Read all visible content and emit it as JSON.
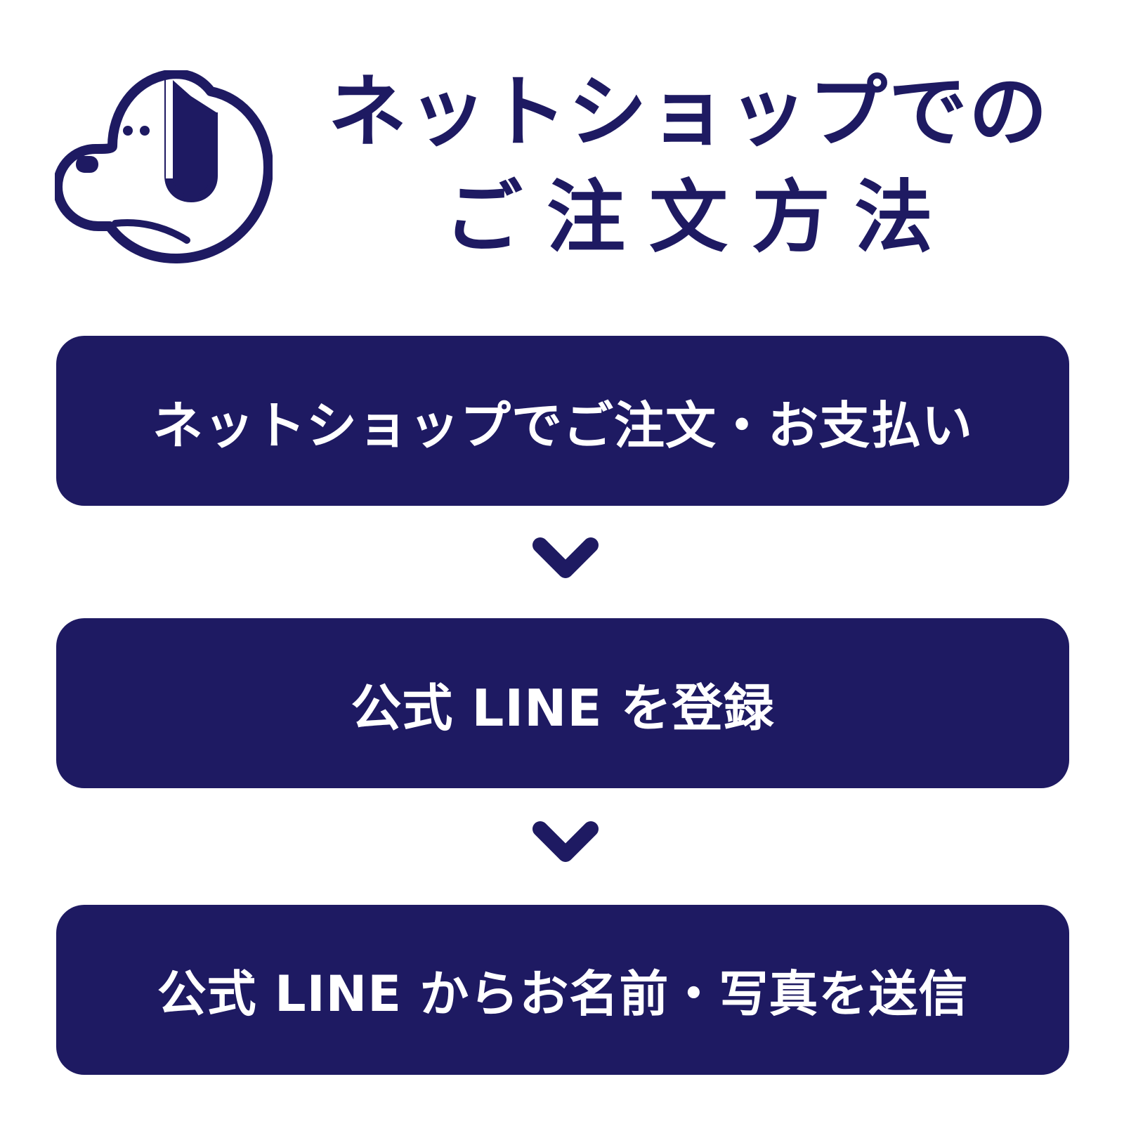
{
  "header": {
    "title_line_1": "ネットショップでの",
    "title_line_2": "ご注文方法"
  },
  "steps": [
    {
      "label": "ネットショップでご注文・お支払い"
    },
    {
      "label": "公式 LINE を登録"
    },
    {
      "label": "公式 LINE からお名前・写真を送信"
    }
  ],
  "icons": {
    "logo": "dog-face-icon",
    "arrow": "chevron-down-icon"
  },
  "colors": {
    "primary": "#1e1a62",
    "background": "#ffffff",
    "text_on_primary": "#ffffff"
  }
}
